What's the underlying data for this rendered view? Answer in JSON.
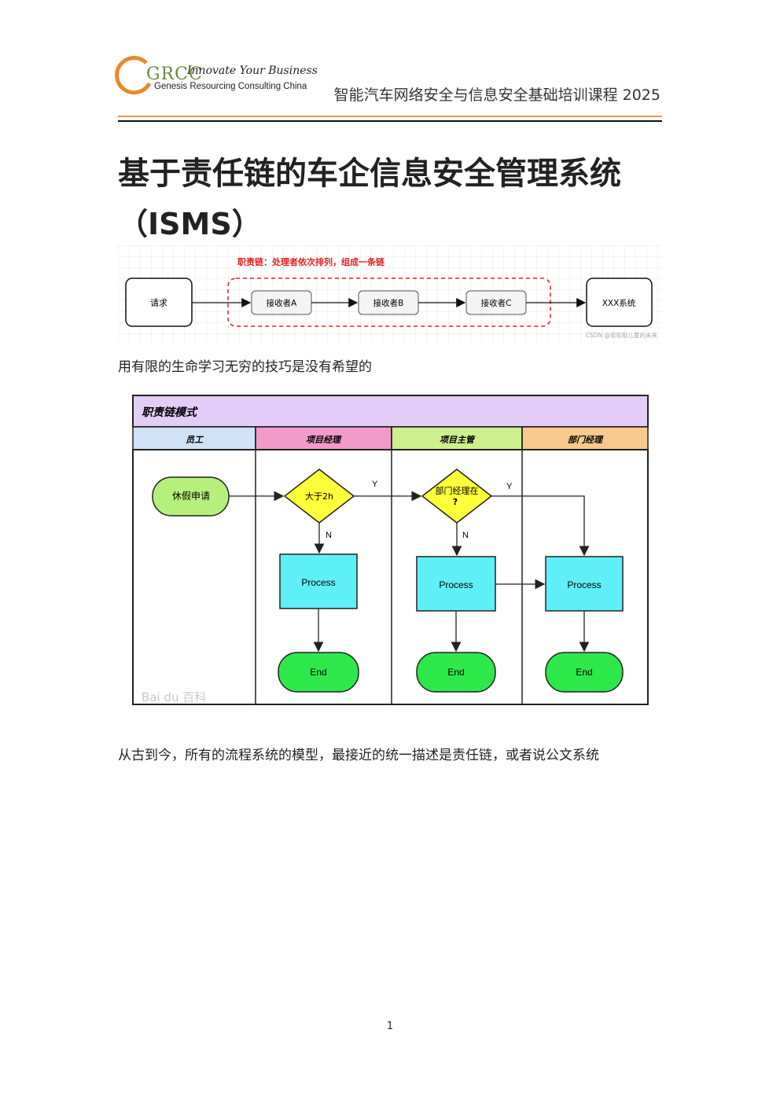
{
  "header": {
    "logo_text": "GRCC",
    "logo_tagline": "Innovate Your Business",
    "logo_subtitle": "Genesis Resourcing Consulting China",
    "course_title": "智能汽车网络安全与信息安全基础培训课程 2025"
  },
  "title": "基于责任链的车企信息安全管理系统",
  "subtitle": "（ISMS）",
  "chain_diagram": {
    "chain_label": "职责链：处理者依次排列，组成一条链",
    "request": "请求",
    "receivers": [
      "接收者A",
      "接收者B",
      "接收者C"
    ],
    "target": "XXX系统",
    "watermark": "CSDN @软软软儿童的未来",
    "colors": {
      "chain_label": "#e02020",
      "dash": "#e02020"
    }
  },
  "caption1": "用有限的生命学习无穷的技巧是没有希望的",
  "flow_diagram": {
    "title": "职责链模式",
    "lanes": [
      "员工",
      "项目经理",
      "项目主管",
      "部门经理"
    ],
    "lane_colors": [
      "#cfe2f7",
      "#f29ac9",
      "#cbf08c",
      "#f8c98c"
    ],
    "title_color": "#e3cdf7",
    "start": "休假申请",
    "decision1": "大于2h",
    "decision2_line1": "部门经理在",
    "decision2_line2": "?",
    "yes_label": "Y",
    "no_label": "N",
    "process_label": "Process",
    "end_label": "End",
    "watermark": "Bai du 百科"
  },
  "caption2": "从古到今，所有的流程系统的模型，最接近的统一描述是责任链，或者说公文系统",
  "page_number": "1"
}
